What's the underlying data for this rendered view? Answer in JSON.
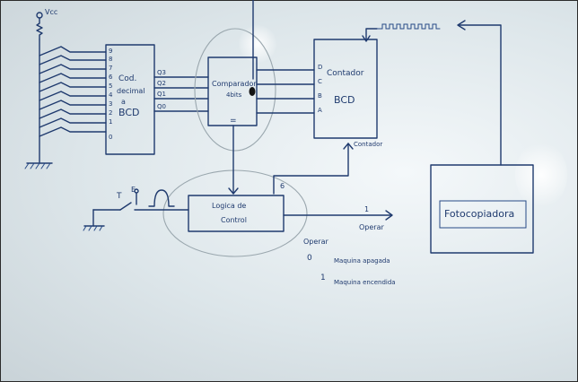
{
  "diagram": {
    "vcc_label": "Vcc",
    "encoder": {
      "inputs": [
        "9",
        "8",
        "7",
        "6",
        "5",
        "4",
        "3",
        "2",
        "1",
        "0"
      ],
      "line1": "Cod.",
      "line2": "decimal",
      "line3": "a",
      "line4": "BCD",
      "outputs": [
        "Q3",
        "Q2",
        "Q1",
        "Q0"
      ]
    },
    "comparator": {
      "line1": "Comparador",
      "line2": "4bits",
      "out_label": "="
    },
    "counter": {
      "inputs": [
        "D",
        "C",
        "B",
        "A"
      ],
      "line1": "Contador",
      "line2": "BCD",
      "caption": "Contador"
    },
    "control": {
      "line1": "Logica de",
      "line2": "Control",
      "input_label": "E",
      "output_label": "Operar",
      "feedback_label": "6"
    },
    "switch_label": "T",
    "photo_box": "Fotocopiadora",
    "output_bit": "1",
    "notes": {
      "title": "Operar",
      "row0_key": "0",
      "row0_text": "Maquina apagada",
      "row1_key": "1",
      "row1_text": "Maquina encendida"
    }
  }
}
